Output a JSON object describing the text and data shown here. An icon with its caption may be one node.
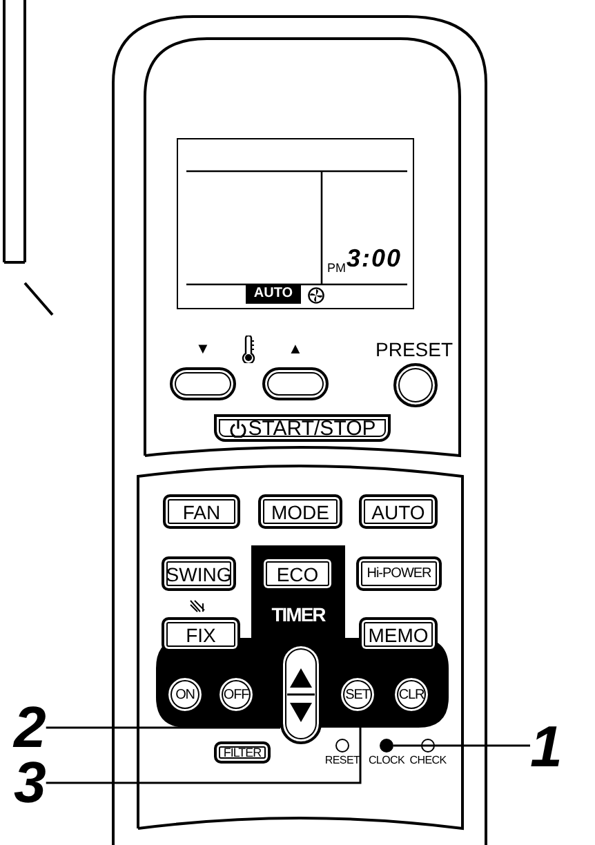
{
  "diagram": {
    "nodes": [
      {
        "text": [
          "PM",
          "3:00"
        ]
      },
      {
        "text": [
          "AUTO"
        ],
        "in": 0
      },
      {
        "text": [
          "▼"
        ]
      },
      {
        "text": [
          "▲"
        ]
      },
      {
        "text": [
          "PRESET"
        ]
      },
      {
        "text": [
          "START/STOP"
        ]
      },
      {
        "text": [
          "FAN"
        ]
      },
      {
        "text": [
          "MODE"
        ]
      },
      {
        "text": [
          "AUTO"
        ]
      },
      {
        "text": [
          "SWING"
        ]
      },
      {
        "text": [
          "TIMER"
        ]
      },
      {
        "text": [
          "ECO"
        ],
        "in": 10
      },
      {
        "text": [
          "Hi-POWER"
        ]
      },
      {
        "text": [
          "FIX"
        ]
      },
      {
        "text": [
          "MEMO"
        ]
      },
      {
        "text": [
          "ON"
        ],
        "in": 10
      },
      {
        "text": [
          "OFF"
        ],
        "in": 10
      },
      {
        "text": [],
        "shape": "box",
        "in": 10
      },
      {
        "text": [
          "SET"
        ],
        "in": 10
      },
      {
        "text": [
          "CLR"
        ],
        "in": 10
      },
      {
        "text": [
          "FILTER"
        ]
      },
      {
        "text": [
          "RESET"
        ]
      },
      {
        "text": [
          "CLOCK"
        ]
      },
      {
        "text": [
          "CHECK"
        ]
      },
      {
        "text": [
          "1"
        ]
      },
      {
        "text": [
          "2"
        ]
      },
      {
        "text": [
          "3"
        ]
      }
    ],
    "edges": [
      {
        "from": 24,
        "to": 22,
        "arrow": "none"
      },
      {
        "from": 25,
        "to": 17,
        "arrow": "none"
      },
      {
        "from": 26,
        "to": 18,
        "arrow": "none"
      }
    ]
  }
}
